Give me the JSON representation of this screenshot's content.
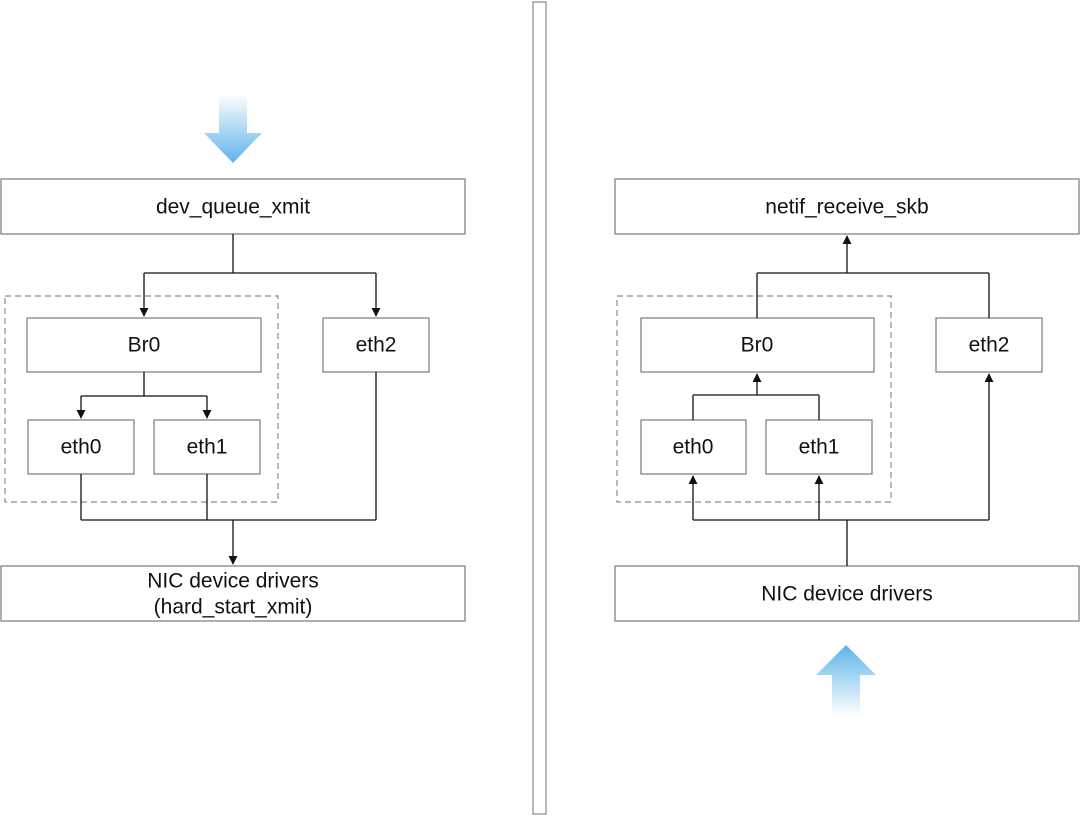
{
  "colors": {
    "flow_arrow": "#5fb3ea",
    "box_border": "#7a7a7a",
    "line": "#111111"
  },
  "transmit": {
    "top_label": "dev_queue_xmit",
    "bridge_label": "Br0",
    "eth0_label": "eth0",
    "eth1_label": "eth1",
    "eth2_label": "eth2",
    "driver_label_line1": "NIC device drivers",
    "driver_label_line2": "(hard_start_xmit)"
  },
  "receive": {
    "top_label": "netif_receive_skb",
    "bridge_label": "Br0",
    "eth0_label": "eth0",
    "eth1_label": "eth1",
    "eth2_label": "eth2",
    "driver_label": "NIC device drivers"
  }
}
